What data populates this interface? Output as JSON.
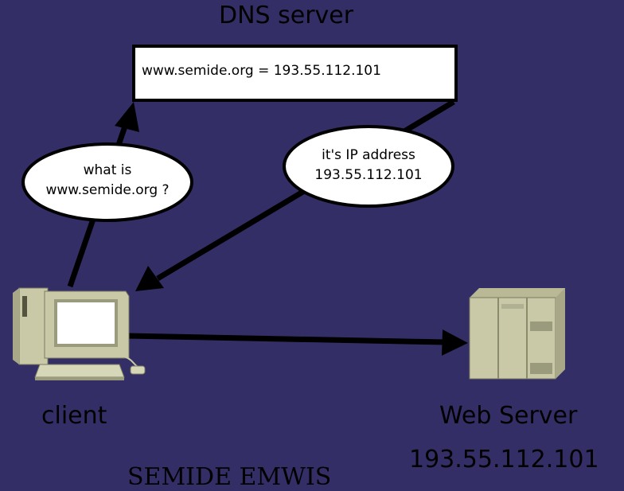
{
  "diagram": {
    "dns_server": {
      "title": "DNS server",
      "record": "www.semide.org = 193.55.112.101"
    },
    "query_bubble": {
      "line1": "what is",
      "line2": "www.semide.org ?"
    },
    "answer_bubble": {
      "line1": "it's IP address",
      "line2": "193.55.112.101"
    },
    "client": {
      "label": "client",
      "icon": "desktop-computer-icon"
    },
    "web_server": {
      "label": "Web Server",
      "ip": "193.55.112.101",
      "icon": "server-rack-icon"
    },
    "footer": "SEMIDE EMWIS"
  },
  "colors": {
    "background": "#332f66",
    "box_fill": "#ffffff",
    "stroke": "#000000",
    "device_beige": "#c9c9a8"
  }
}
